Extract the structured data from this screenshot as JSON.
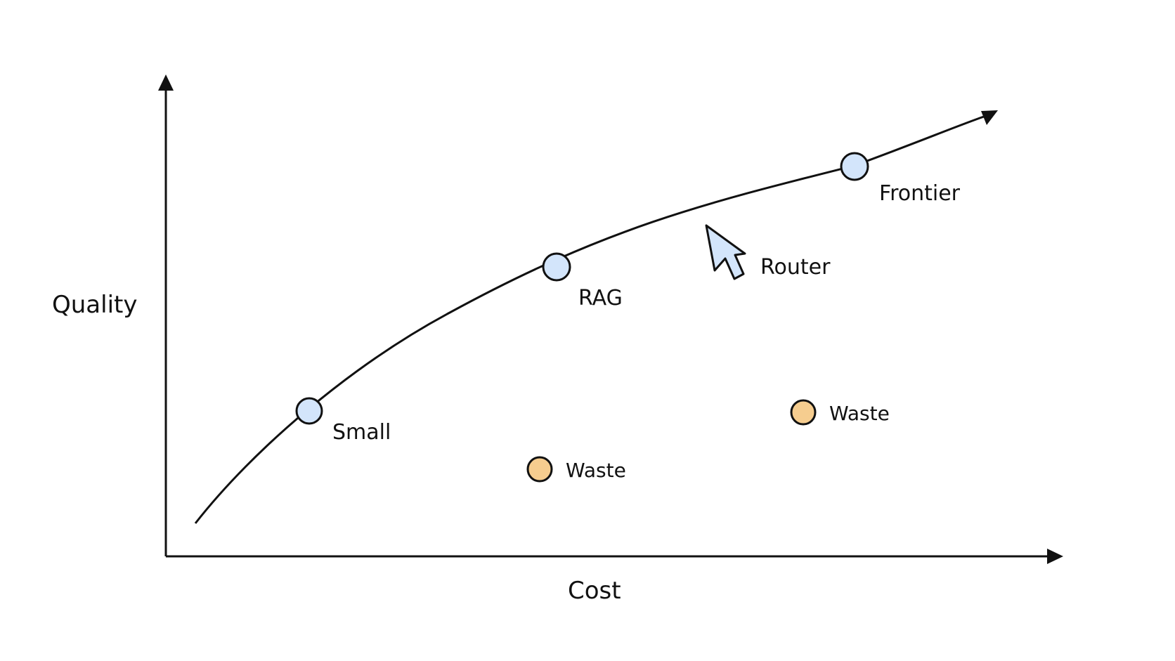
{
  "diagram": {
    "axes": {
      "x_label": "Cost",
      "y_label": "Quality"
    },
    "frontier_points": [
      {
        "id": "small",
        "label": "Small"
      },
      {
        "id": "rag",
        "label": "RAG"
      },
      {
        "id": "frontier",
        "label": "Frontier"
      }
    ],
    "router": {
      "label": "Router",
      "icon": "cursor-arrow-icon"
    },
    "waste_points": [
      {
        "id": "waste-1",
        "label": "Waste"
      },
      {
        "id": "waste-2",
        "label": "Waste"
      }
    ],
    "colors": {
      "line": "#111111",
      "frontier_fill": "#d3e5fb",
      "waste_fill": "#f6cd8f",
      "router_fill": "#d3e5fb"
    }
  }
}
